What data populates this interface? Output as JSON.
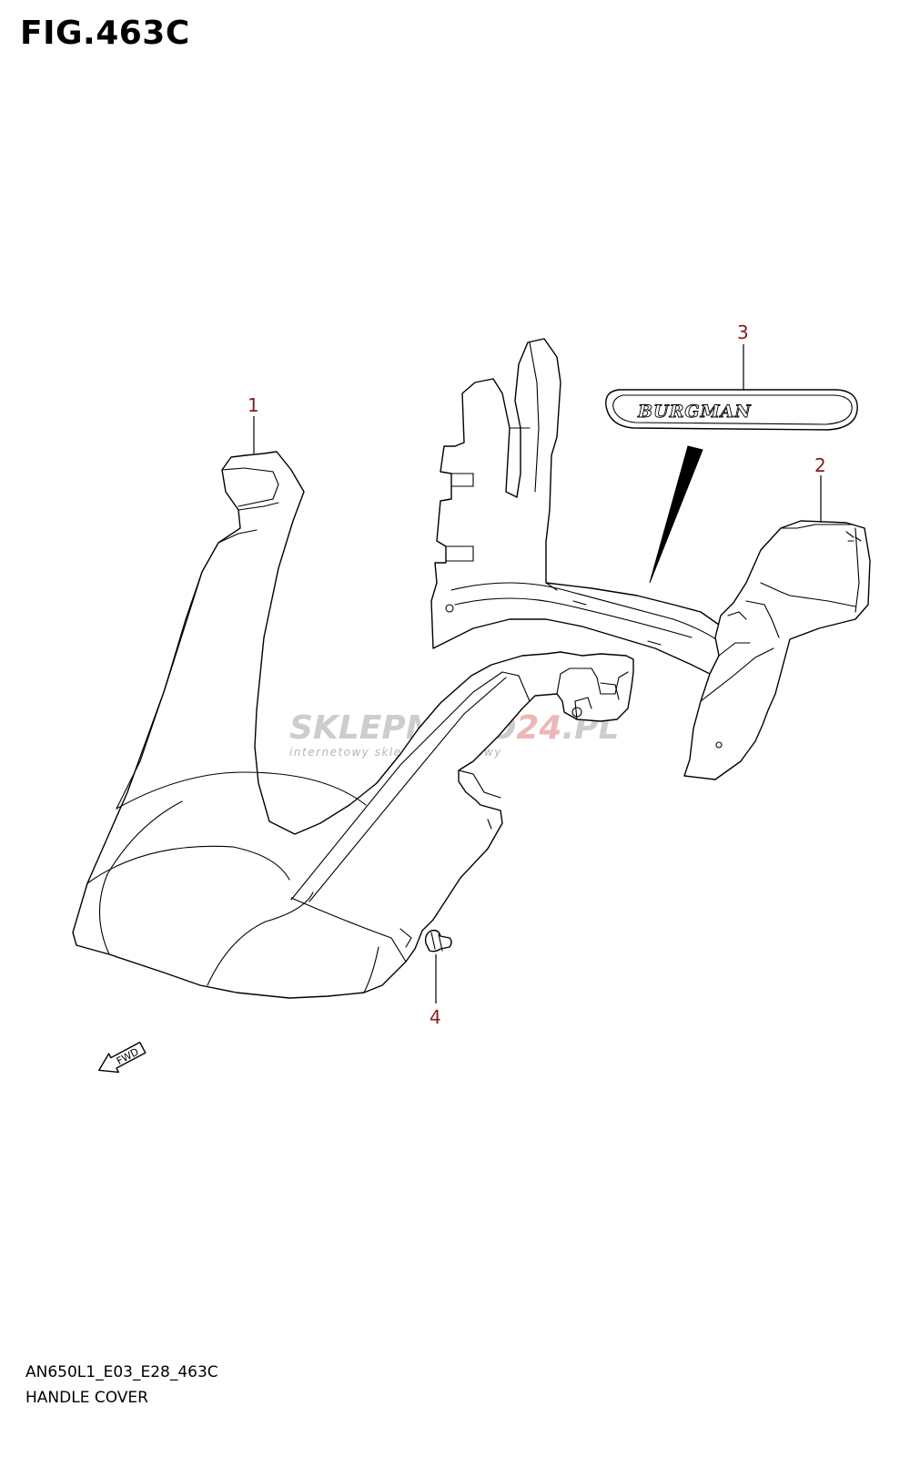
{
  "figure": {
    "title": "FIG.463C",
    "code": "AN650L1_E03_E28_463C",
    "name": "HANDLE COVER"
  },
  "callouts": [
    {
      "number": "1"
    },
    {
      "number": "2"
    },
    {
      "number": "3"
    },
    {
      "number": "4"
    }
  ],
  "emblem": {
    "text": "BURGMAN"
  },
  "direction_marker": {
    "text": "FWD"
  },
  "watermark": {
    "main_grey": "SKLEPMOTO",
    "main_red": "24",
    "main_suffix": ".PL",
    "subtitle": "internetowy sklep motocyklowy"
  },
  "colors": {
    "callout": "#8b1a1a",
    "line": "#000000",
    "watermark": "#bdbdbd"
  }
}
